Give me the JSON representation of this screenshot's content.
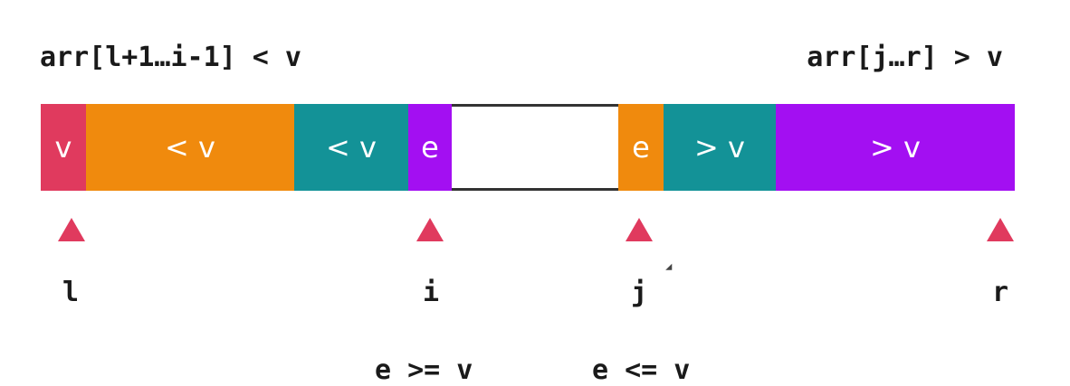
{
  "labels": {
    "left_range": "arr[l+1…i-1] < v",
    "right_range": "arr[j…r] > v"
  },
  "segments": [
    {
      "label": "v",
      "color": "#e03a5e"
    },
    {
      "label": "< v",
      "color": "#f08a0d"
    },
    {
      "label": "< v",
      "color": "#139297"
    },
    {
      "label": "e",
      "color": "#a30ff2"
    },
    {
      "label": "",
      "color": "#ffffff"
    },
    {
      "label": "e",
      "color": "#f08a0d"
    },
    {
      "label": "> v",
      "color": "#139297"
    },
    {
      "label": "> v",
      "color": "#a30ff2"
    }
  ],
  "pointers": {
    "l": "l",
    "i": "i",
    "j": "j",
    "r": "r"
  },
  "conditions": {
    "i": "e >= v",
    "j": "e <= v"
  },
  "colors": {
    "pointer": "#e03a5e"
  }
}
